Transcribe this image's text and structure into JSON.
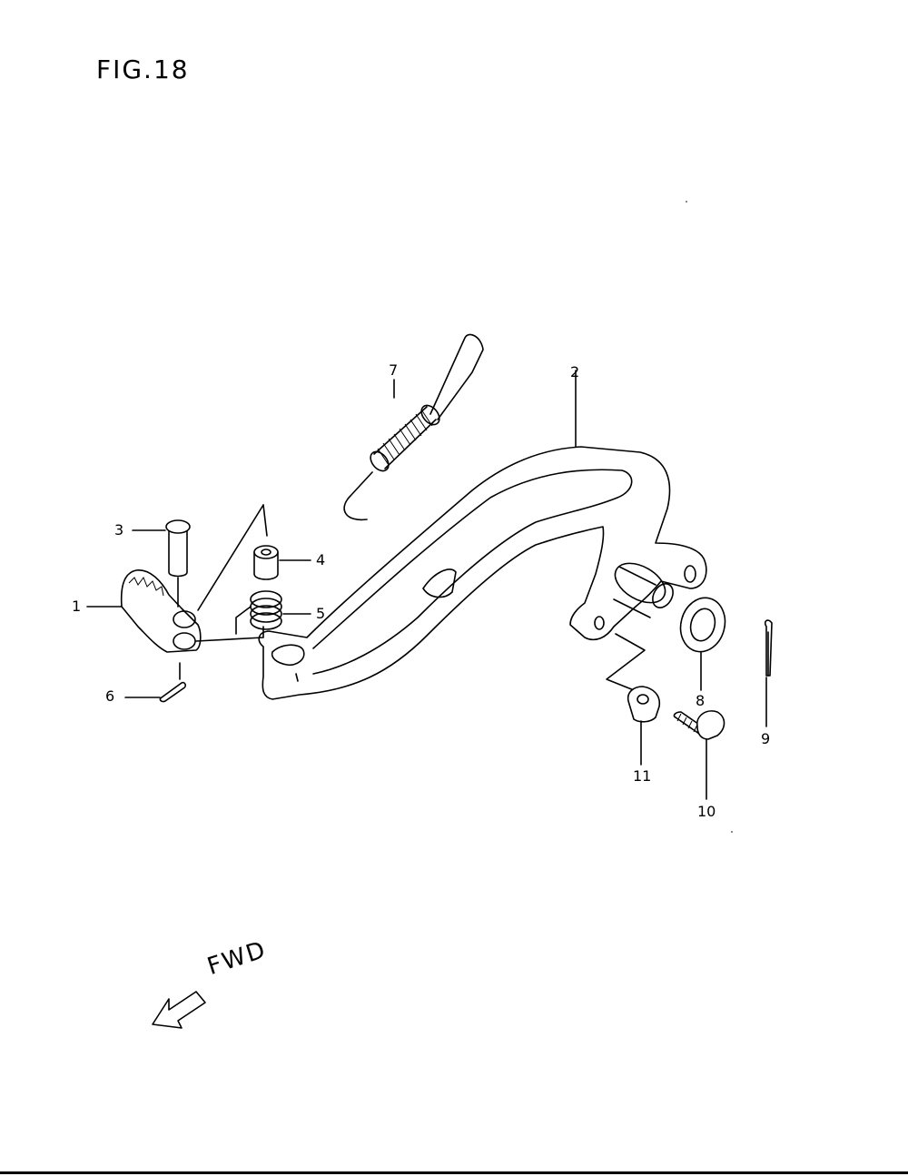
{
  "figure": {
    "title": "FIG.18"
  },
  "direction_label": "FWD",
  "callouts": [
    {
      "id": "callout-1",
      "label": "1"
    },
    {
      "id": "callout-2",
      "label": "2"
    },
    {
      "id": "callout-3",
      "label": "3"
    },
    {
      "id": "callout-4",
      "label": "4"
    },
    {
      "id": "callout-5",
      "label": "5"
    },
    {
      "id": "callout-6",
      "label": "6"
    },
    {
      "id": "callout-7",
      "label": "7"
    },
    {
      "id": "callout-8",
      "label": "8"
    },
    {
      "id": "callout-9",
      "label": "9"
    },
    {
      "id": "callout-10",
      "label": "10"
    },
    {
      "id": "callout-11",
      "label": "11"
    }
  ]
}
